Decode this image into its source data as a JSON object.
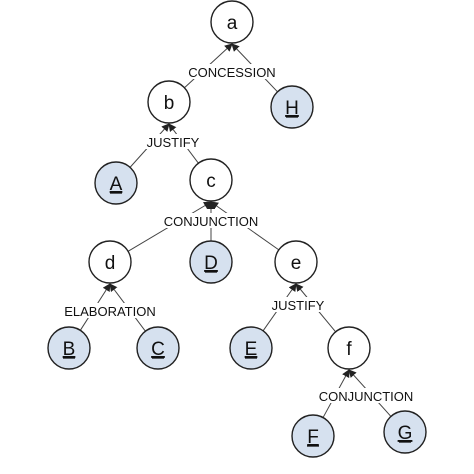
{
  "diagram": {
    "nodes": [
      {
        "id": "a",
        "label": "a",
        "leaf": false
      },
      {
        "id": "b",
        "label": "b",
        "leaf": false
      },
      {
        "id": "H",
        "label": "H",
        "leaf": true
      },
      {
        "id": "A",
        "label": "A",
        "leaf": true
      },
      {
        "id": "c",
        "label": "c",
        "leaf": false
      },
      {
        "id": "d",
        "label": "d",
        "leaf": false
      },
      {
        "id": "D",
        "label": "D",
        "leaf": true
      },
      {
        "id": "e",
        "label": "e",
        "leaf": false
      },
      {
        "id": "B",
        "label": "B",
        "leaf": true
      },
      {
        "id": "C",
        "label": "C",
        "leaf": true
      },
      {
        "id": "E",
        "label": "E",
        "leaf": true
      },
      {
        "id": "f",
        "label": "f",
        "leaf": false
      },
      {
        "id": "F",
        "label": "F",
        "leaf": true
      },
      {
        "id": "G",
        "label": "G",
        "leaf": true
      }
    ],
    "relations": [
      {
        "label": "CONCESSION",
        "parent": "a",
        "children": [
          "b",
          "H"
        ]
      },
      {
        "label": "JUSTIFY",
        "parent": "b",
        "children": [
          "A",
          "c"
        ]
      },
      {
        "label": "CONJUNCTION",
        "parent": "c",
        "children": [
          "d",
          "D",
          "e"
        ]
      },
      {
        "label": "ELABORATION",
        "parent": "d",
        "children": [
          "B",
          "C"
        ]
      },
      {
        "label": "JUSTIFY",
        "parent": "e",
        "children": [
          "E",
          "f"
        ]
      },
      {
        "label": "CONJUNCTION",
        "parent": "f",
        "children": [
          "F",
          "G"
        ]
      }
    ],
    "colors": {
      "leaf_fill": "#d6e1ef",
      "inner_fill": "#ffffff",
      "stroke": "#222222"
    }
  }
}
